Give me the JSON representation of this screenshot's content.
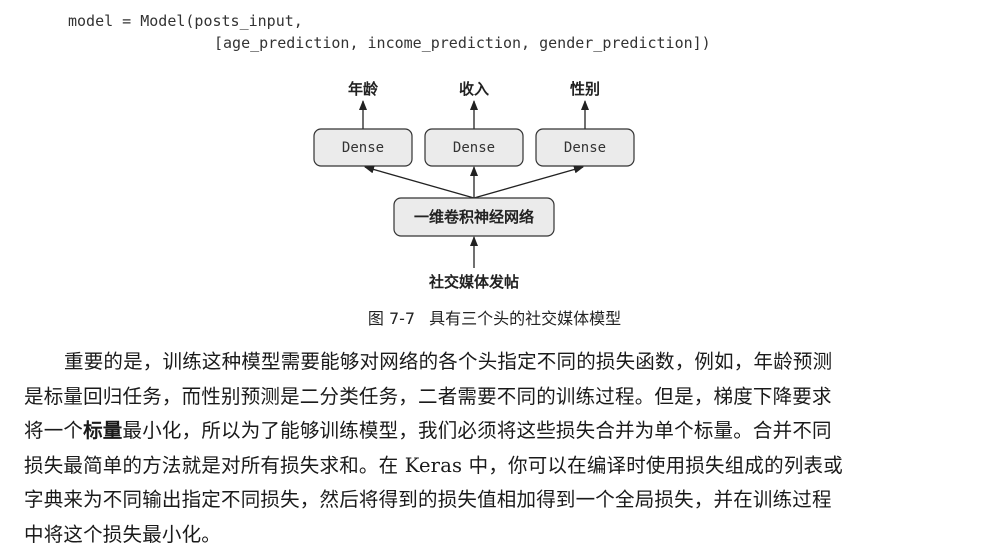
{
  "code": {
    "line1": "model = Model(posts_input,",
    "line2": "[age_prediction, income_prediction, gender_prediction])"
  },
  "diagram": {
    "outputs": [
      "年龄",
      "收入",
      "性别"
    ],
    "dense_label": "Dense",
    "conv_label": "一维卷积神经网络",
    "input_label": "社交媒体发帖"
  },
  "caption": {
    "number": "图 7-7",
    "text": "具有三个头的社交媒体模型"
  },
  "paragraph": {
    "line1": "重要的是，训练这种模型需要能够对网络的各个头指定不同的损失函数，例如，年龄预测",
    "line2": "是标量回归任务，而性别预测是二分类任务，二者需要不同的训练过程。但是，梯度下降要求",
    "line3_pre": "将一个",
    "line3_bold": "标量",
    "line3_post": "最小化，所以为了能够训练模型，我们必须将这些损失合并为单个标量。合并不同",
    "line4": "损失最简单的方法就是对所有损失求和。在 Keras 中，你可以在编译时使用损失组成的列表或",
    "line5": "字典来为不同输出指定不同损失，然后将得到的损失值相加得到一个全局损失，并在训练过程",
    "line6": "中将这个损失最小化。"
  }
}
